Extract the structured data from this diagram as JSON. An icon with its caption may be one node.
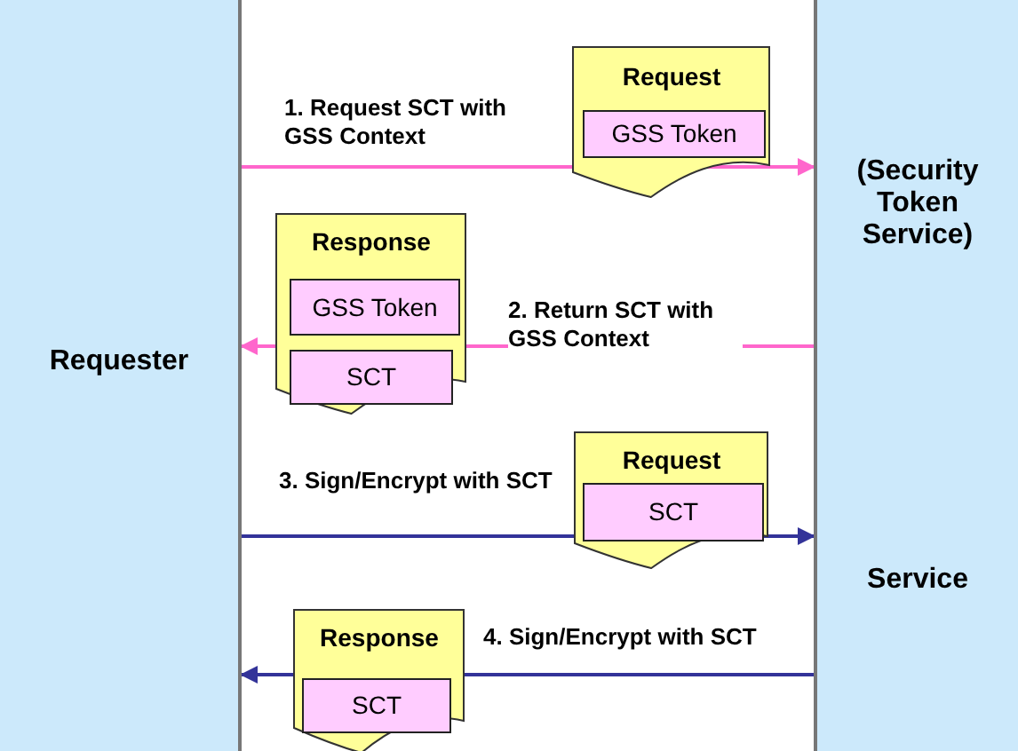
{
  "diagram": {
    "nodes": [
      {
        "text": [
          "Requester"
        ]
      },
      {
        "text": [
          "(Security Token Service)",
          "Service"
        ]
      },
      {
        "text": [
          "Request"
        ]
      },
      {
        "text": [
          "GSS Token"
        ],
        "in": 2
      },
      {
        "text": [
          "Response"
        ]
      },
      {
        "text": [
          "GSS Token"
        ],
        "in": 4
      },
      {
        "text": [
          "SCT"
        ],
        "in": 4
      },
      {
        "text": [
          "Request"
        ]
      },
      {
        "text": [
          "SCT"
        ],
        "in": 7
      },
      {
        "text": [
          "Response"
        ]
      },
      {
        "text": [
          "SCT"
        ],
        "in": 9
      }
    ],
    "edges": [
      {
        "from": 0,
        "to": 1,
        "arrow": "to",
        "label": "1. Request SCT with GSS Context",
        "color": "#ff66cc"
      },
      {
        "from": 1,
        "to": 0,
        "arrow": "to",
        "label": "2. Return SCT with GSS Context",
        "color": "#ff66cc"
      },
      {
        "from": 0,
        "to": 1,
        "arrow": "to",
        "label": "3. Sign/Encrypt with SCT",
        "color": "#333399"
      },
      {
        "from": 1,
        "to": 0,
        "arrow": "to",
        "label": "4. Sign/Encrypt with SCT",
        "color": "#333399"
      }
    ]
  }
}
